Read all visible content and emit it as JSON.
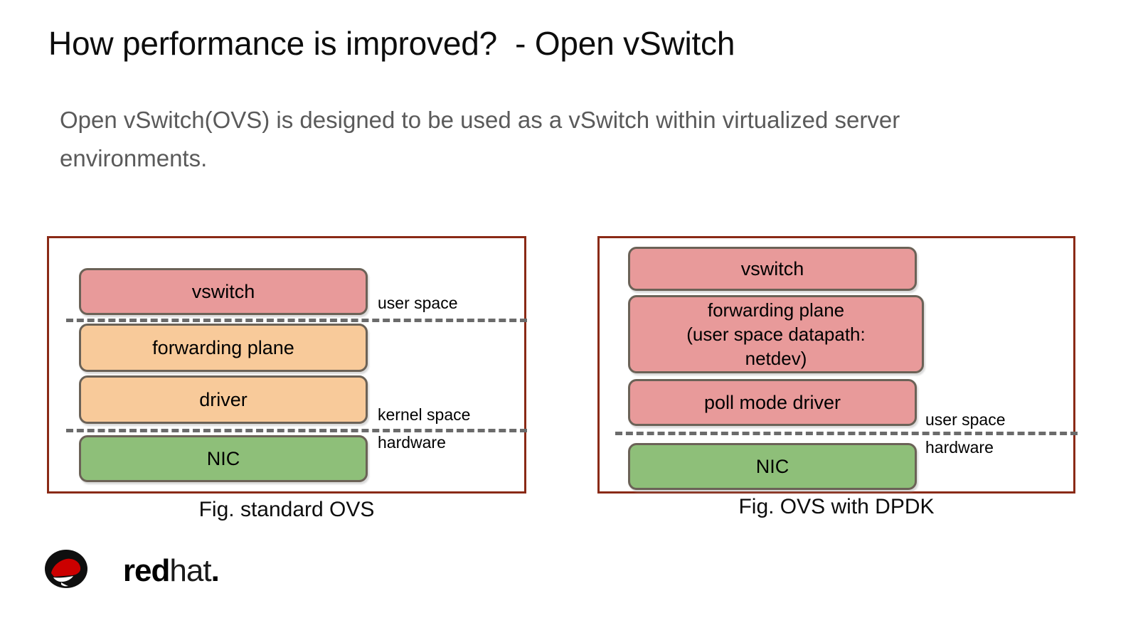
{
  "slide": {
    "title": "How performance is improved?  - Open vSwitch",
    "subtitle": "Open vSwitch(OVS) is designed to be used as a vSwitch within virtualized server environments."
  },
  "colors": {
    "panel_border": "#8a2a16",
    "box_border": "#6b6257",
    "pink": "#e89a9a",
    "orange": "#f8ca9a",
    "green": "#8ebf79",
    "dashed_line": "#6b6b6b",
    "title_text": "#0d0d0d",
    "subtitle_text": "#5a5a5a",
    "redhat_red": "#cc0000"
  },
  "figures": [
    {
      "id": "standard-ovs",
      "caption": "Fig. standard OVS",
      "boxes": [
        {
          "label": "vswitch",
          "color": "pink"
        },
        {
          "label": "forwarding plane",
          "color": "orange"
        },
        {
          "label": "driver",
          "color": "orange"
        },
        {
          "label": "NIC",
          "color": "green"
        }
      ],
      "labels": {
        "user_space": "user space",
        "kernel_space": "kernel space",
        "hardware": "hardware"
      }
    },
    {
      "id": "ovs-with-dpdk",
      "caption": "Fig. OVS with DPDK",
      "boxes": [
        {
          "label": "vswitch",
          "color": "pink"
        },
        {
          "label": "forwarding plane\n(user space datapath:\nnetdev)",
          "color": "pink"
        },
        {
          "label": "poll mode driver",
          "color": "pink"
        },
        {
          "label": "NIC",
          "color": "green"
        }
      ],
      "labels": {
        "user_space": "user space",
        "hardware": "hardware"
      }
    }
  ],
  "branding": {
    "logo_icon": "redhat-shadowman-icon",
    "wordmark_bold": "red",
    "wordmark_light": "hat",
    "wordmark_dot": "."
  }
}
